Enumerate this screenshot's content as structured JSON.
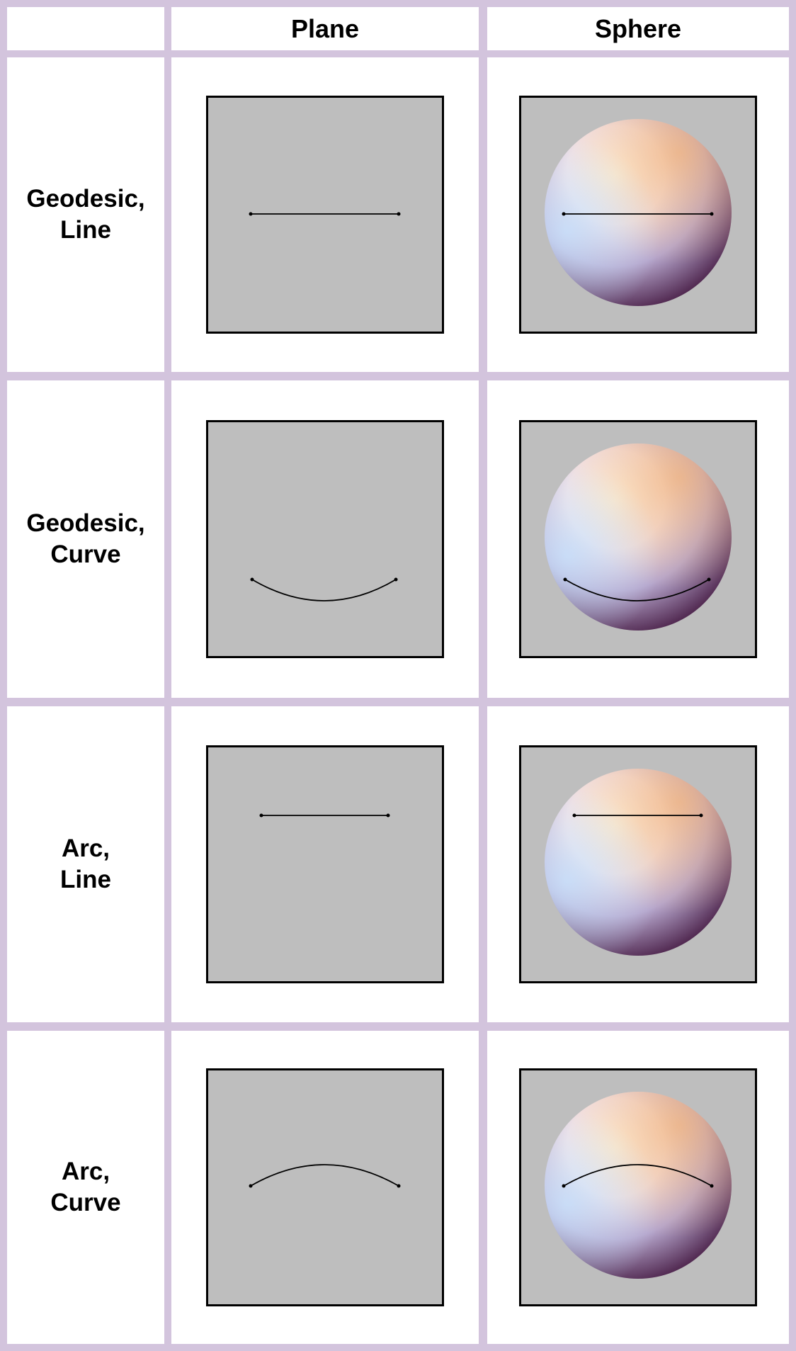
{
  "columns": {
    "corner": "",
    "plane": "Plane",
    "sphere": "Sphere"
  },
  "rows": [
    {
      "line1": "Geodesic,",
      "line2": "Line",
      "plane_path": "line-mid",
      "sphere_path": "line-mid"
    },
    {
      "line1": "Geodesic,",
      "line2": "Curve",
      "plane_path": "sag-low",
      "sphere_path": "sag-low"
    },
    {
      "line1": "Arc,",
      "line2": "Line",
      "plane_path": "line-high",
      "sphere_path": "line-high"
    },
    {
      "line1": "Arc,",
      "line2": "Curve",
      "plane_path": "arch-mid",
      "sphere_path": "arch-mid"
    }
  ],
  "colors": {
    "grid": "#d3c4dd",
    "cell": "#ffffff",
    "panel_bg": "#bebebe",
    "panel_border": "#000000",
    "sphere_highlight": "#fff8e2",
    "sphere_warm": "#f0c890",
    "sphere_cool": "#c8d8f0",
    "sphere_dark": "#4a2040"
  }
}
